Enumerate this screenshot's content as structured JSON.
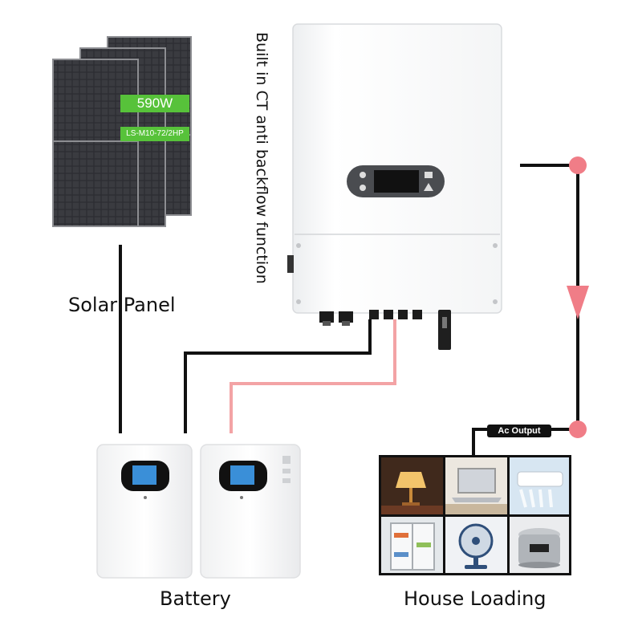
{
  "vertical_label": "Built in CT anti backflow function",
  "solar": {
    "label": "Solar Panel",
    "power_badge": "590W",
    "model_badge": "LS-M10-72/2HP"
  },
  "battery": {
    "label": "Battery"
  },
  "house": {
    "label": "House Loading"
  },
  "ac_output": {
    "label": "Ac Output"
  },
  "colors": {
    "black_line": "#111111",
    "pink_line": "#f3a3a5",
    "accent_pink": "#f07d87",
    "badge_green": "#57c23a"
  },
  "appliances": [
    "table-lamp-icon",
    "laptop-icon",
    "air-conditioner-icon",
    "refrigerator-icon",
    "desk-fan-icon",
    "rice-cooker-icon"
  ]
}
